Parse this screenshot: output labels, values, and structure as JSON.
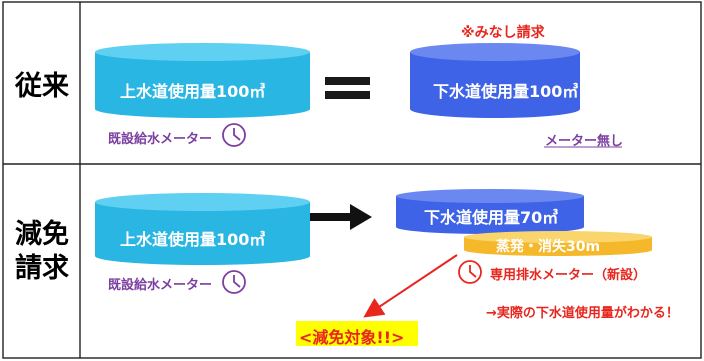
{
  "colors": {
    "water_supply": "#29b6e3",
    "sewer": "#3f63e6",
    "evaporation": "#f5b82a",
    "purple": "#7b3fa0",
    "red": "#e8261e",
    "highlight": "#ffff00"
  },
  "row1": {
    "label": "従来",
    "note": "※みなし請求",
    "water_supply_label": "上水道使用量100㎥",
    "sewer_label": "下水道使用量100㎥",
    "meter_label": "既設給水メーター",
    "no_meter_label": "メーター無し"
  },
  "row2": {
    "label_line1": "減免",
    "label_line2": "請求",
    "water_supply_label": "上水道使用量100㎥",
    "sewer_label": "下水道使用量70㎥",
    "evaporation_label": "蒸発・消失30m",
    "meter_label": "既設給水メーター",
    "drain_meter_label": "専用排水メーター（新設）",
    "actual_usage_label": "→実際の下水道使用量がわかる！",
    "target_label": "<減免対象!!>"
  },
  "icons": [
    "clock-icon",
    "equals-icon",
    "right-arrow-icon"
  ]
}
